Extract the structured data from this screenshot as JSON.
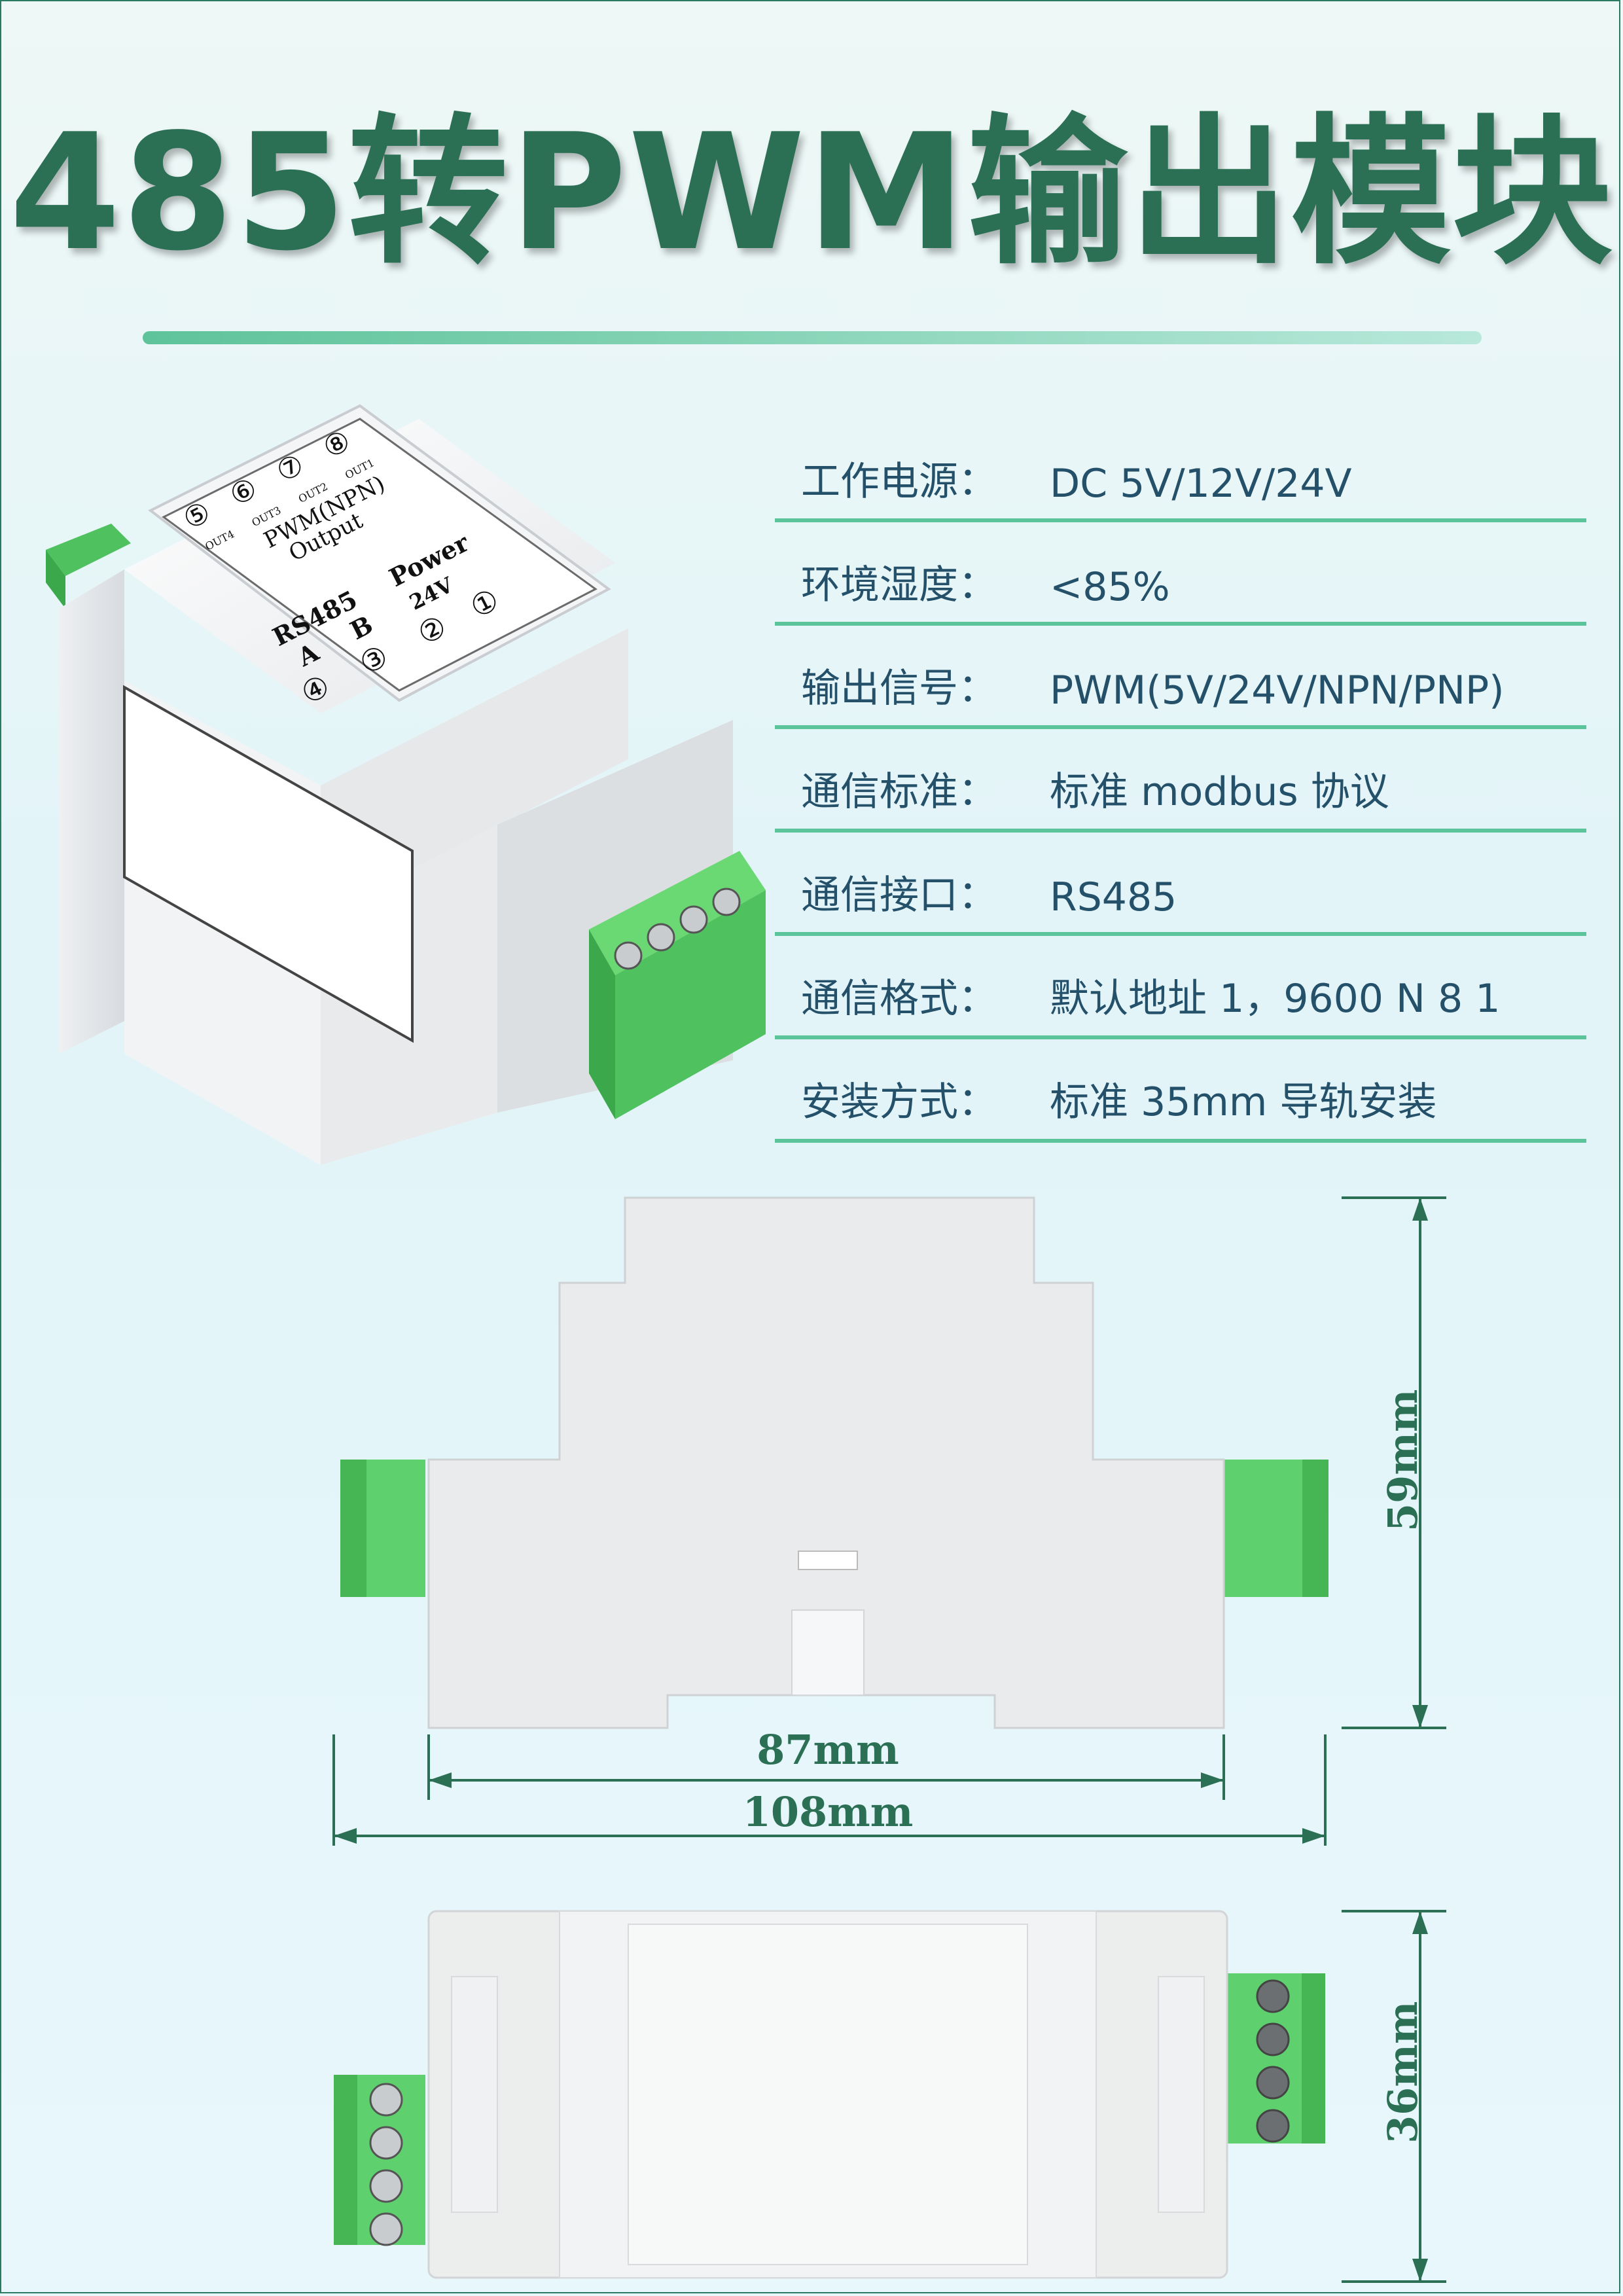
{
  "title": "485转PWM输出模块",
  "specs": [
    {
      "label": "工作电源：",
      "value": "DC 5V/12V/24V"
    },
    {
      "label": "环境湿度：",
      "value": "<85%"
    },
    {
      "label": "输出信号：",
      "value": "PWM(5V/24V/NPN/PNP)"
    },
    {
      "label": "通信标准：",
      "value": "标准 modbus 协议"
    },
    {
      "label": "通信接口：",
      "value": "RS485"
    },
    {
      "label": "通信格式：",
      "value": "默认地址 1，9600 N 8 1"
    },
    {
      "label": "安装方式：",
      "value": "标准 35mm 导轨安装"
    }
  ],
  "device_top_label": {
    "terminals_top": [
      "⑤",
      "⑥",
      "⑦",
      "⑧"
    ],
    "outputs": [
      "OUT4",
      "OUT3",
      "OUT2",
      "OUT1"
    ],
    "pwm_line1": "PWM(NPN)",
    "pwm_line2": "Output",
    "rs485": "RS485",
    "power": "Power",
    "v24": "24V",
    "a": "A",
    "b": "B",
    "terminals_bottom": [
      "④",
      "③",
      "②",
      "①"
    ]
  },
  "dimensions": {
    "inner_width": "87mm",
    "outer_width": "108mm",
    "height": "59mm",
    "depth": "36mm"
  },
  "colors": {
    "brand_green": "#2b6f55",
    "accent_green": "#5cc49b",
    "terminal_green": "#5fd06e",
    "text_blue": "#24506a"
  }
}
